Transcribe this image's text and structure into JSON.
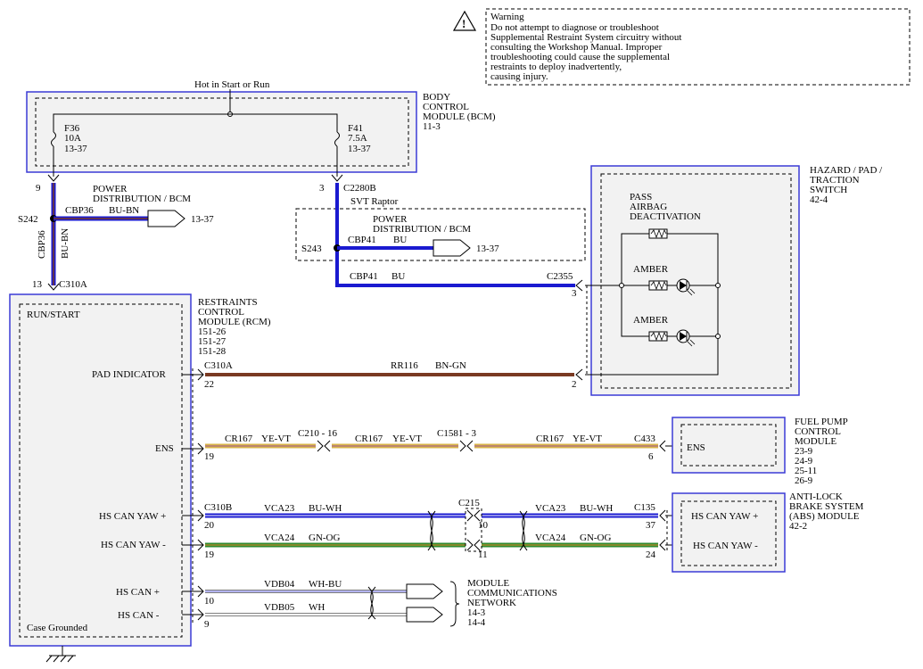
{
  "warning": {
    "title": "Warning",
    "lines": [
      "Do not attempt to diagnose or troubleshoot",
      "Supplemental Restraint System circuitry without",
      "consulting the Workshop Manual. Improper",
      "troubleshooting could cause the supplemental",
      "restraints to deploy inadvertently,",
      "causing injury."
    ]
  },
  "hot_label": "Hot in Start or Run",
  "bcm": {
    "title_lines": [
      "BODY",
      "CONTROL",
      "MODULE (BCM)",
      "11-3"
    ],
    "fuse1": [
      "F36",
      "10A",
      "13-37"
    ],
    "fuse2": [
      "F41",
      "7.5A",
      "13-37"
    ]
  },
  "left_feed": {
    "pin_top": "9",
    "dist_lines": [
      "POWER",
      "DISTRIBUTION / BCM"
    ],
    "splice": "S242",
    "branch_circuit": "CBP36",
    "branch_color": "BU-BN",
    "ref": "13-37",
    "vert_circuit": "CBP36",
    "vert_color": "BU-BN",
    "pin_bottom": "13",
    "conn_bottom": "C310A"
  },
  "right_feed": {
    "pin_top": "3",
    "conn_top": "C2280B",
    "option": "SVT Raptor",
    "dist_lines": [
      "POWER",
      "DISTRIBUTION / BCM"
    ],
    "splice": "S243",
    "branch_circuit": "CBP41",
    "branch_color": "BU",
    "ref": "13-37",
    "run_circuit": "CBP41",
    "run_color": "BU",
    "conn_end": "C2355",
    "pin_end": "3"
  },
  "rcm": {
    "title_lines": [
      "RESTRAINTS",
      "CONTROL",
      "MODULE (RCM)",
      "151-26",
      "151-27",
      "151-28"
    ],
    "inner_label": "RUN/START",
    "case_label": "Case Grounded",
    "pins": {
      "pad": "PAD INDICATOR",
      "ens": "ENS",
      "can_yaw_p": "HS CAN YAW +",
      "can_yaw_m": "HS CAN YAW -",
      "can_p": "HS CAN +",
      "can_m": "HS CAN -"
    }
  },
  "hazard": {
    "title_lines": [
      "HAZARD / PAD /",
      "TRACTION",
      "SWITCH",
      "42-4"
    ],
    "pass_lines": [
      "PASS",
      "AIRBAG",
      "DEACTIVATION"
    ],
    "amber1": "AMBER",
    "amber2": "AMBER"
  },
  "pad_circuit": {
    "conn": "C310A",
    "pin_left": "22",
    "circuit": "RR116",
    "color": "BN-GN",
    "pin_right": "2"
  },
  "ens_circuit": {
    "pin_left": "19",
    "seg1_circuit": "CR167",
    "seg1_color": "YE-VT",
    "conn1": "C210 - 16",
    "seg2_circuit": "CR167",
    "seg2_color": "YE-VT",
    "conn2": "C1581 - 3",
    "seg3_circuit": "CR167",
    "seg3_color": "YE-VT",
    "conn3": "C433",
    "pin_right": "6"
  },
  "fpcm": {
    "title_lines": [
      "FUEL PUMP",
      "CONTROL",
      "MODULE",
      "23-9",
      "24-9",
      "25-11",
      "26-9"
    ],
    "pin": "ENS"
  },
  "can_yaw": {
    "conn_left": "C310B",
    "pin_p_left": "20",
    "pin_m_left": "19",
    "p_circuit": "VCA23",
    "p_color": "BU-WH",
    "m_circuit": "VCA24",
    "m_color": "GN-OG",
    "conn_mid": "C215",
    "pin_p_mid": "10",
    "pin_m_mid": "11",
    "p_circuit2": "VCA23",
    "p_color2": "BU-WH",
    "m_circuit2": "VCA24",
    "m_color2": "GN-OG",
    "conn_right": "C135",
    "pin_p_right": "37",
    "pin_m_right": "24"
  },
  "abs": {
    "title_lines": [
      "ANTI-LOCK",
      "BRAKE SYSTEM",
      "(ABS) MODULE",
      "42-2"
    ],
    "pin_p": "HS CAN YAW +",
    "pin_m": "HS CAN YAW -"
  },
  "hs_can": {
    "pin_p": "10",
    "pin_m": "9",
    "p_circuit": "VDB04",
    "p_color": "WH-BU",
    "m_circuit": "VDB05",
    "m_color": "WH",
    "network_lines": [
      "MODULE",
      "COMMUNICATIONS",
      "NETWORK",
      "14-3",
      "14-4"
    ]
  },
  "colors": {
    "module_border": "#3b3bd6",
    "module_fill": "#f2f2f2",
    "blue_wire": "#1a1ad0",
    "brown_wire": "#7a3a22",
    "yellow_wire": "#d9b44a",
    "green_wire": "#2f8a2f"
  }
}
